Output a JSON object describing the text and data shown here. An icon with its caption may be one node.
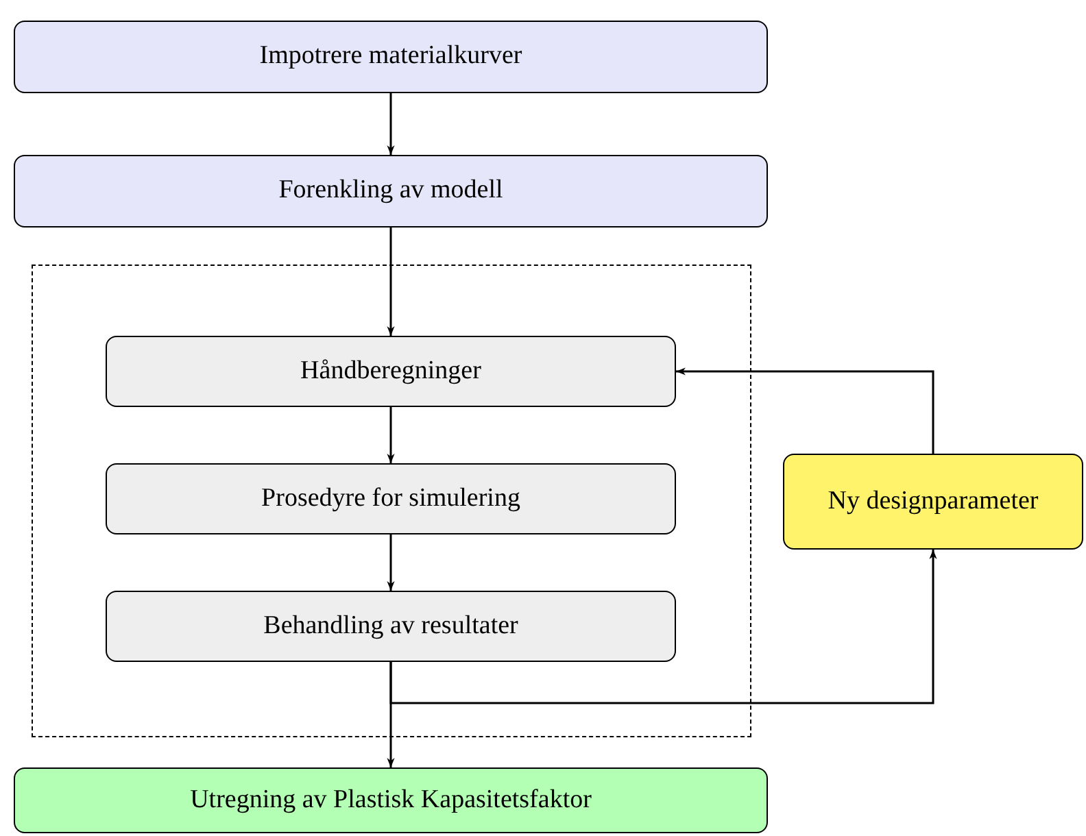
{
  "diagram": {
    "nodes": [
      {
        "text": [
          "Impotrere materialkurver"
        ]
      },
      {
        "text": [
          "Forenkling av modell"
        ]
      },
      {
        "text": [],
        "shape": "box"
      },
      {
        "text": [
          "Håndberegninger"
        ],
        "in": 2
      },
      {
        "text": [
          "Prosedyre for simulering"
        ],
        "in": 2
      },
      {
        "text": [
          "Behandling av resultater"
        ],
        "in": 2
      },
      {
        "text": [
          "Ny designparameter"
        ]
      },
      {
        "text": [
          "Utregning av Plastisk Kapasitetsfaktor"
        ]
      }
    ],
    "edges": [
      {
        "from": 0,
        "to": 1,
        "arrow": "to"
      },
      {
        "from": 1,
        "to": 3,
        "arrow": "to"
      },
      {
        "from": 3,
        "to": 4,
        "arrow": "to"
      },
      {
        "from": 4,
        "to": 5,
        "arrow": "to"
      },
      {
        "from": 5,
        "to": 7,
        "arrow": "to"
      },
      {
        "from": 5,
        "to": 6,
        "arrow": "to"
      },
      {
        "from": 6,
        "to": 3,
        "arrow": "to"
      }
    ]
  }
}
